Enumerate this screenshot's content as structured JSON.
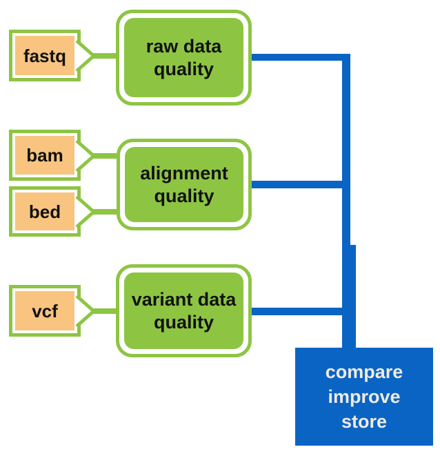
{
  "diagram": {
    "colors": {
      "green": "#8DC543",
      "orange": "#F8C480",
      "blue": "#0A64C4",
      "text_dark": "#111111",
      "text_light": "#F0EBE0"
    },
    "inputs": [
      {
        "label": "fastq"
      },
      {
        "label": "bam"
      },
      {
        "label": "bed"
      },
      {
        "label": "vcf"
      }
    ],
    "stages": [
      {
        "lines": [
          "raw data",
          "quality"
        ]
      },
      {
        "lines": [
          "alignment",
          "quality"
        ]
      },
      {
        "lines": [
          "variant data",
          "quality"
        ]
      }
    ],
    "sink": {
      "lines": [
        "compare",
        "improve",
        "store"
      ]
    }
  }
}
